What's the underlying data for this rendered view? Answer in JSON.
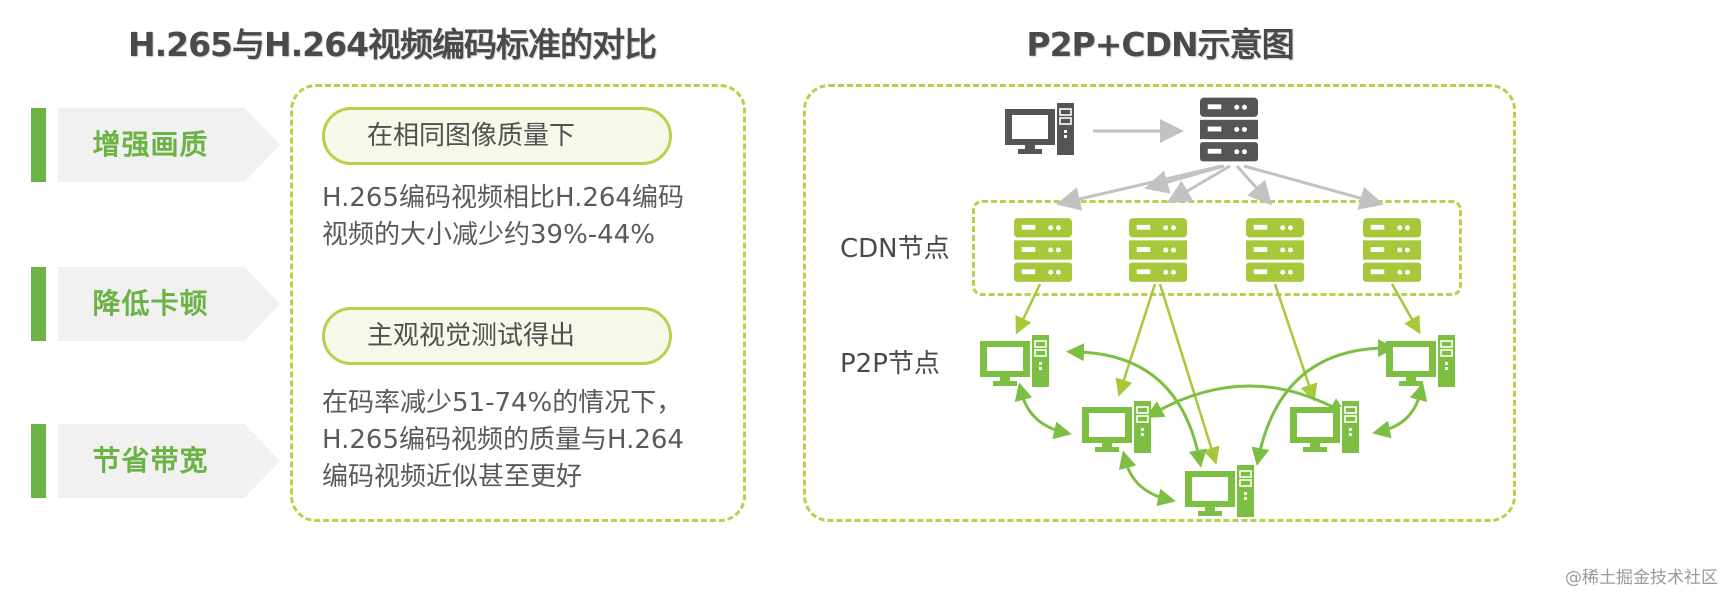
{
  "left_panel": {
    "title": "H.265与H.264视频编码标准的对比",
    "tags": [
      {
        "label": "增强画质"
      },
      {
        "label": "降低卡顿"
      },
      {
        "label": "节省带宽"
      }
    ],
    "sections": [
      {
        "pill": "在相同图像质量下",
        "lines": [
          "H.265编码视频相比H.264编码",
          "视频的大小减少约39%-44%"
        ]
      },
      {
        "pill": "主观视觉测试得出",
        "lines": [
          "在码率减少51-74%的情况下，",
          "H.265编码视频的质量与H.264",
          "编码视频近似甚至更好"
        ]
      }
    ]
  },
  "right_panel": {
    "title": "P2P+CDN示意图",
    "cdn_label": "CDN节点",
    "p2p_label": "P2P节点",
    "icons": {
      "origin_client": "desktop-computer-icon",
      "origin_server": "server-rack-icon",
      "cdn_node": "server-rack-icon",
      "p2p_node": "desktop-computer-icon"
    },
    "cdn_node_count": 4,
    "p2p_node_count": 5
  },
  "colors": {
    "accent_green": "#6ab344",
    "lime_green": "#a6c83a",
    "dash_green": "#b4d24a",
    "dark_gray": "#555555",
    "arrow_gray": "#c2c2c2",
    "tag_bg": "#f1f1f1"
  },
  "watermark": "@稀土掘金技术社区"
}
